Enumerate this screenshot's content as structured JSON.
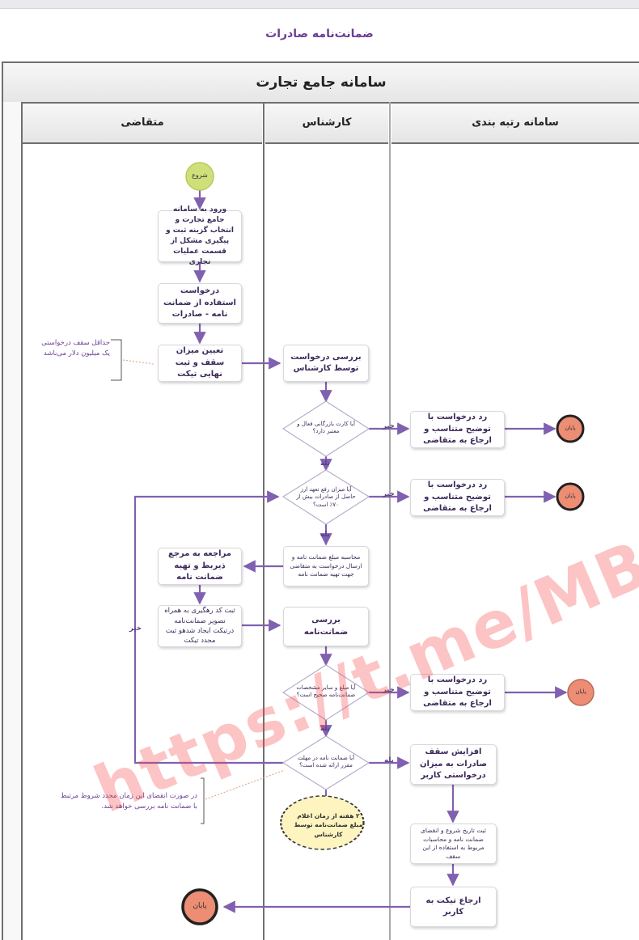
{
  "page_title": "ضمانت‌نامه صادرات",
  "system_title": "سامانه جامع تجارت",
  "lanes": {
    "applicant": "متقاضی",
    "expert": "کارشناس",
    "rating": "سامانه رتبه بندی"
  },
  "start_label": "شروع",
  "end_label": "پایان",
  "steps": {
    "login": "ورود به سامانه جامع تجارت و انتخاب گزینه ثبت و پیگیری مشکل از قسمت عملیات تجاری",
    "request_use": "درخواست استفاده از ضمانت نامه - صادرات",
    "set_ceiling": "تعیین میزان سقف و ثبت نهایی تیکت",
    "expert_review": "بررسی درخواست توسط کارشناس",
    "calc_send": "محاسبه مبلغ ضمانت نامه و ارسال درخواست به متقاضی جهت تهیه ضمانت نامه",
    "refer_prepare": "مراجعه به مرجع ذیربط و تهیه ضمانت نامه",
    "register_code": "ثبت کد رهگیری به همراه تصویر ضمانت‌نامه درتیکت ایجاد شدهو ثبت مجدد تیکت",
    "review_guarantee": "بررسی ضمانت‌نامه",
    "reject_1": "رد درخواست با توضیح متناسب و ارجاع به متقاضی",
    "reject_2": "رد درخواست با توضیح متناسب و ارجاع به متقاضی",
    "reject_3": "رد درخواست با توضیح متناسب و ارجاع به متقاضی",
    "increase_ceiling": "افزایش سقف صادرات به میزان درخواستی کاربر",
    "register_dates": "ثبت تاریخ شروع و انقضای ضمانت نامه و محاسبات مربوط به استفاده از این سقف",
    "return_ticket": "ارجاع تیکت به کاربر"
  },
  "decisions": {
    "d1": "آیا کارت بازرگانی فعال و معتبر دارد؟",
    "d2": "آیا میزان رفع تعهد ارز حاصل از صادرات بیش از ۷۰٪ است؟",
    "d3": "آیا مبلغ و سایر مشخصات ضمانت‌نامه صحیح است؟",
    "d4": "آیا ضمانت نامه در مهلت مقرر ارائه شده است؟"
  },
  "edge_labels": {
    "yes": "بله",
    "no": "خیر"
  },
  "wait_event": "۲ هفته از زمان اعلام مبلغ ضمانت‌نامه توسط کارشناس",
  "notes": {
    "min_ceiling": "حداقل سقف درخواستی یک میلیون دلار می‌باشد",
    "expiry": "در صورت انقضای این زمان مجدد شروط مرتبط با ضمانت نامه بررسی خواهد شد."
  },
  "watermark": "https://t.me/MBL",
  "colors": {
    "arrow": "#8060b0",
    "start_fill": "#cfe07a",
    "end_fill": "#ec8d74",
    "wait_fill": "#fdf4c0",
    "title": "#6c3d97"
  }
}
